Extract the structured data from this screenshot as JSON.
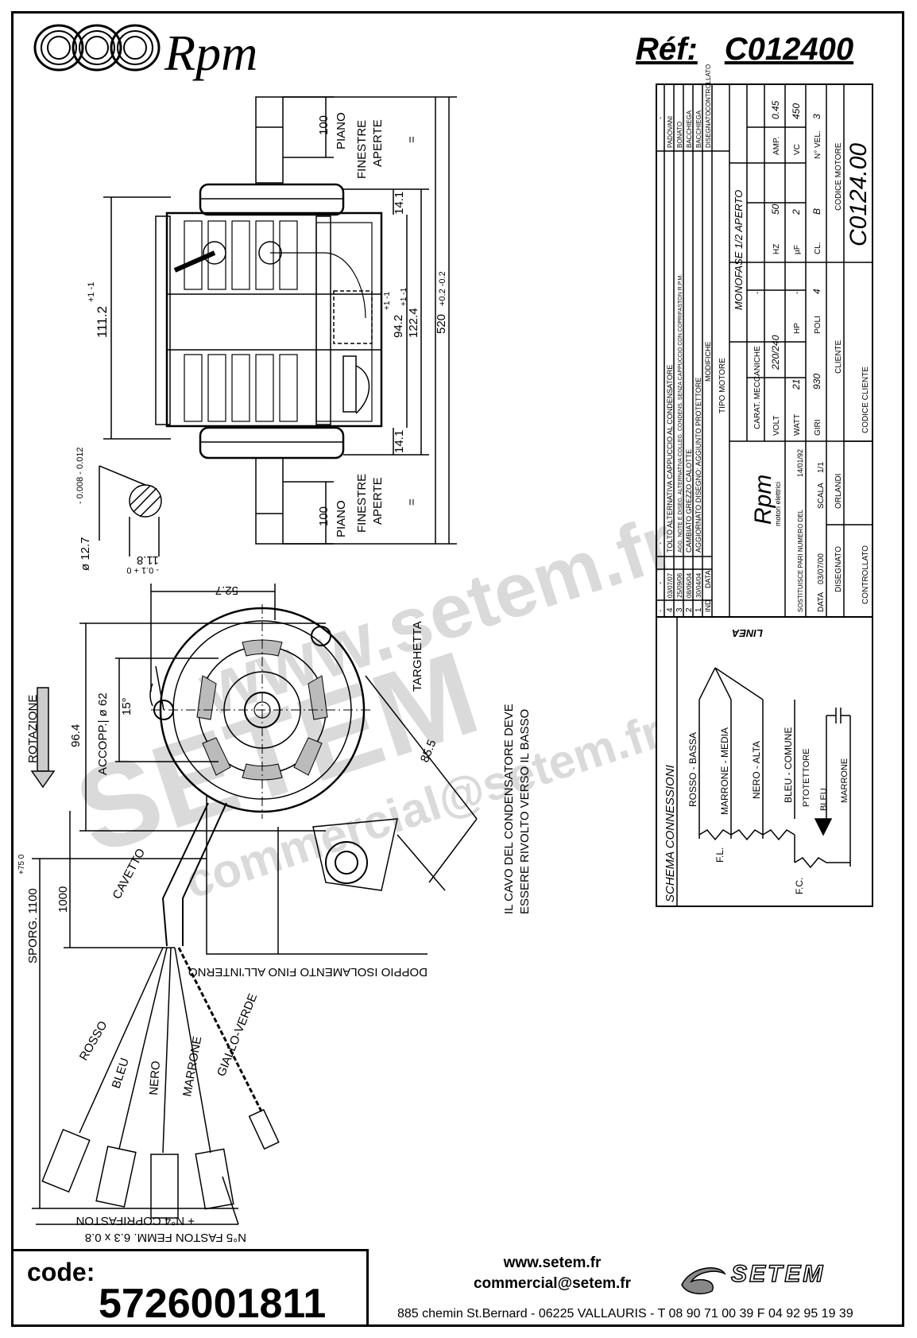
{
  "header": {
    "brand": "Rpm",
    "ref_label": "Réf:",
    "ref_value": "C012400"
  },
  "drawing": {
    "dims": {
      "d100_top": "100",
      "piano_top": "PIANO",
      "finestre_top": "FINESTRE",
      "aperte_top": "APERTE",
      "eq_top": "=",
      "d14_top": "14.1",
      "d111": "111.2",
      "d111_tol": "+1  -1",
      "d94": "94.2",
      "d94_tol": "+1  -1",
      "d122": "122.4",
      "d122_tol": "+1  -1",
      "d520": "520",
      "d520_tol": "+0.2  -0.2",
      "d14_bot": "14.1",
      "d100_bot": "100",
      "piano_bot": "PIANO",
      "finestre_bot": "FINESTRE",
      "aperte_bot": "APERTE",
      "eq_bot": "=",
      "shaft_dia": "ø 12.7",
      "shaft_tol": "- 0.008  - 0.012",
      "flat": "11.8",
      "flat_tol": "- 0.1  + 0",
      "d52": "52.7",
      "targhetta": "TARGHETTA",
      "d96": "96.4",
      "accopp": "ACCOPP.| ø 62",
      "angle": "15°",
      "rotazione": "ROTAZIONE",
      "d85": "85.5",
      "note_line1": "IL CAVO DEL CONDENSATORE DEVE",
      "note_line2": "ESSERE RIVOLTO VERSO IL BASSO",
      "cavetto": "CAVETTO",
      "d1000": "1000",
      "sporg": "SPORG. 1100",
      "sporg_tol": "+75  0",
      "doppio": "DOPPIO ISOLAMENTO FINO ALL'INTERNO",
      "wire_rosso": "ROSSO",
      "wire_bleu": "BLEU",
      "wire_nero": "NERO",
      "wire_marrone": "MARRONE",
      "wire_giallo": "GIALLO-VERDE",
      "faston1": "+ N°4 COPRIFASTON",
      "faston2": "N°5 FASTON FEMM. 6.3 x 0.8"
    }
  },
  "title_block": {
    "rev_rows": [
      {
        "ind": "-",
        "date": "-",
        "desc": "-",
        "drawn": "-"
      },
      {
        "ind": "4",
        "date": "03/07/07",
        "desc": "TOLTO ALTERNATIVA CAPPUCCIO AL CONDENSATORE",
        "drawn": "PADOVANI"
      },
      {
        "ind": "3",
        "date": "25/09/06",
        "desc": "AGG. NOTE E DISEG. ALTERNATIVA COLLEG. CONDENS. SENZA CAPPUCCIO CON COPRIFASTON R.P.M.",
        "drawn": "BONATO"
      },
      {
        "ind": "2",
        "date": "08/06/04",
        "desc": "CAMBIATO GREZZO CALOTTE",
        "drawn": "BACCHIEGA"
      },
      {
        "ind": "1",
        "date": "30/04/04",
        "desc": "AGGIORNATO DISEGNO: AGGIUNTO PROTETTORE",
        "drawn": "BACCHIEGA"
      }
    ],
    "hdr_ind": "IND",
    "hdr_data": "DATA",
    "hdr_modifiche": "MODIFICHE",
    "hdr_disegnato": "DISEGNATO",
    "hdr_controllato": "CONTROLLATO",
    "tipo_motore_label": "TIPO MOTORE",
    "tipo_motore": "MONOFASE 1/2 APERTO",
    "carat_label": "CARAT. MECCANICHE",
    "carat_value": "-",
    "volt_label": "VOLT",
    "volt": "220/240",
    "hz_label": "HZ",
    "hz": "50",
    "amp_label": "AMP.",
    "amp": "0.45",
    "watt_label": "WATT",
    "watt": "21",
    "hp_label": "HP",
    "hp": "-",
    "uf_label": "µF",
    "uf": "2",
    "vc_label": "VC",
    "vc": "450",
    "giri_label": "GIRI",
    "giri": "930",
    "poli_label": "POLI",
    "poli": "4",
    "cl_label": "CL.",
    "cl": "B",
    "vel_label": "N° VEL.",
    "vel": "3",
    "cliente_label": "CLIENTE",
    "codice_motore_label": "CODICE MOTORE",
    "codice_motore": "C0124.00",
    "codice_cliente_label": "CODICE CLIENTE",
    "brand": "Rpm",
    "brand_sub": "motori elettrici",
    "sostituisce": "SOSTITUISCE PARI NUMERO DEL",
    "sostituisce_date": "14/01/92",
    "data_label": "DATA",
    "data": "03/07/00",
    "scala_label": "SCALA",
    "scala": "1/1",
    "disegnato_label": "DISEGNATO",
    "disegnato": "ORLANDI",
    "controllato_label": "CONTROLLATO"
  },
  "schema": {
    "title": "SCHEMA CONNESSIONI",
    "linea": "LINEA",
    "w1": "ROSSO - BASSA",
    "w2": "MARRONE - MEDIA",
    "w3": "NERO - ALTA",
    "w4": "BLEU - COMUNE",
    "protettore": "PTOTETTORE",
    "w5": "BLEU",
    "w6": "MARRONE",
    "fl": "F.L.",
    "fc": "F.C."
  },
  "watermark": {
    "w1": "www.setem.fr",
    "w2": "SETEM",
    "w3": "commercial@setem.fr"
  },
  "footer": {
    "code_label": "code:",
    "code_value": "5726001811",
    "website": "www.setem.fr",
    "email": "commercial@setem.fr",
    "logo_word": "SETEM",
    "address": "885 chemin St.Bernard  -  06225 VALLAURIS  -  T 08 90 71 00 39   F 04 92 95 19 39"
  }
}
